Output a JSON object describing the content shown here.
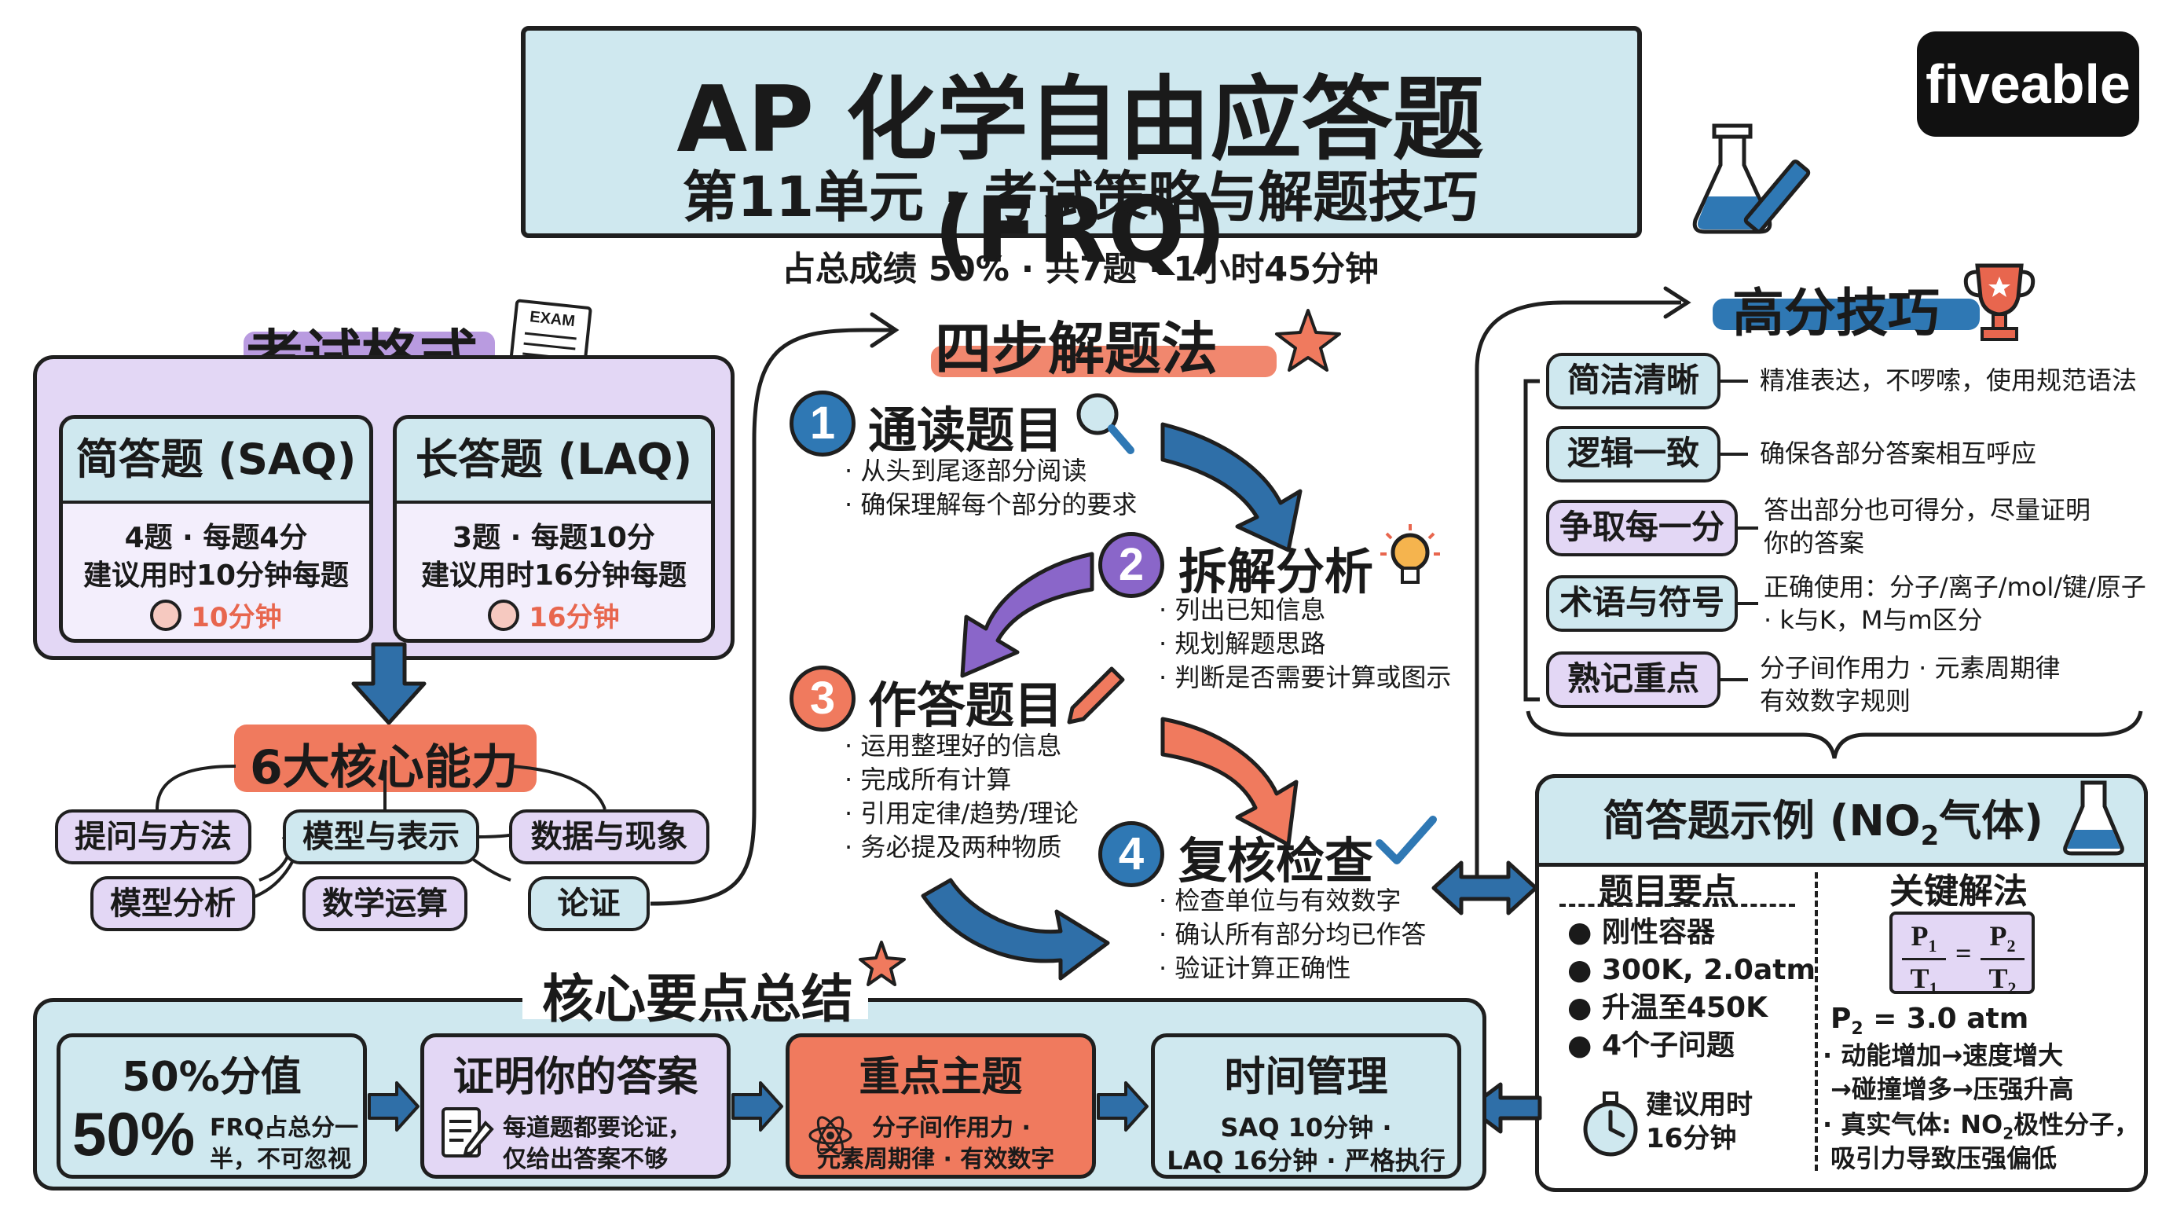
{
  "header": {
    "title": "AP 化学自由应答题 (FRQ)",
    "subtitle": "第11单元 · 考试策略与解题技巧",
    "info": "占总成绩 50% · 共7题 · 1小时45分钟",
    "logo": "fiveable"
  },
  "exam_format": {
    "heading": "考试格式",
    "exam_icon_label": "EXAM",
    "saq": {
      "title": "简答题 (SAQ)",
      "line1": "4题 · 每题4分",
      "line2": "建议用时10分钟每题",
      "time": "10分钟"
    },
    "laq": {
      "title": "长答题 (LAQ)",
      "line1": "3题 · 每题10分",
      "line2": "建议用时16分钟每题",
      "time": "16分钟"
    }
  },
  "abilities": {
    "heading": "6大核心能力",
    "items": [
      "提问与方法",
      "模型与表示",
      "数据与现象",
      "模型分析",
      "数学运算",
      "论证"
    ]
  },
  "steps": {
    "heading": "四步解题法",
    "items": [
      {
        "num": "1",
        "title": "通读题目",
        "bullets": [
          "· 从头到尾逐部分阅读",
          "· 确保理解每个部分的要求"
        ]
      },
      {
        "num": "2",
        "title": "拆解分析",
        "bullets": [
          "· 列出已知信息",
          "· 规划解题思路",
          "· 判断是否需要计算或图示"
        ]
      },
      {
        "num": "3",
        "title": "作答题目",
        "bullets": [
          "· 运用整理好的信息",
          "· 完成所有计算",
          "· 引用定律/趋势/理论",
          "· 务必提及两种物质"
        ]
      },
      {
        "num": "4",
        "title": "复核检查",
        "bullets": [
          "· 检查单位与有效数字",
          "· 确认所有部分均已作答",
          "· 验证计算正确性"
        ]
      }
    ]
  },
  "tips": {
    "heading": "高分技巧",
    "items": [
      {
        "tag": "简洁清晰",
        "desc": [
          "精准表达，不啰嗦，使用规范语法"
        ]
      },
      {
        "tag": "逻辑一致",
        "desc": [
          "确保各部分答案相互呼应"
        ]
      },
      {
        "tag": "争取每一分",
        "desc": [
          "答出部分也可得分，尽量证明",
          "你的答案"
        ]
      },
      {
        "tag": "术语与符号",
        "desc": [
          "正确使用：分子/离子/mol/键/原子",
          "· k与K，M与m区分"
        ]
      },
      {
        "tag": "熟记重点",
        "desc": [
          "分子间作用力 · 元素周期律",
          "有效数字规则"
        ]
      }
    ]
  },
  "example": {
    "heading_pre": "简答题示例 (NO",
    "heading_sub": "2",
    "heading_post": "气体)",
    "points_heading": "题目要点",
    "points": [
      "刚性容器",
      "300K, 2.0atm",
      "升温至450K",
      "4个子问题"
    ],
    "timer_label": "建议用时",
    "timer_value": "16分钟",
    "method_heading": "关键解法",
    "formula": {
      "p1": "P",
      "p1s": "1",
      "t1": "T",
      "t1s": "1",
      "p2": "P",
      "p2s": "2",
      "t2": "T",
      "t2s": "2"
    },
    "result_pre": "P",
    "result_sub": "2",
    "result_post": " = 3.0 atm",
    "notes": [
      "· 动能增加→速度增大",
      "→碰撞增多→压强升高"
    ],
    "real_gas_pre": "· 真实气体: NO",
    "real_gas_sub": "2",
    "real_gas_post": "极性分子，",
    "real_gas_line2": "吸引力导致压强偏低"
  },
  "summary": {
    "heading": "核心要点总结",
    "cards": [
      {
        "title": "50%分值",
        "big": "50%",
        "text": [
          "FRQ占总分一",
          "半，不可忽视"
        ]
      },
      {
        "title": "证明你的答案",
        "text": [
          "每道题都要论证，",
          "仅给出答案不够"
        ]
      },
      {
        "title": "重点主题",
        "text": [
          "分子间作用力 ·",
          "元素周期律 · 有效数字"
        ]
      },
      {
        "title": "时间管理",
        "text": [
          "SAQ 10分钟 ·",
          "LAQ 16分钟 · 严格执行"
        ]
      }
    ]
  },
  "colors": {
    "purple": "#e3d7f5",
    "blue": "#cfe8ef",
    "coral": "#f07a5e",
    "step_blue": "#2f78b4",
    "step_purple": "#8a66c9",
    "arrow_blue": "#2f6fa8",
    "trophy": "#e8664e"
  }
}
